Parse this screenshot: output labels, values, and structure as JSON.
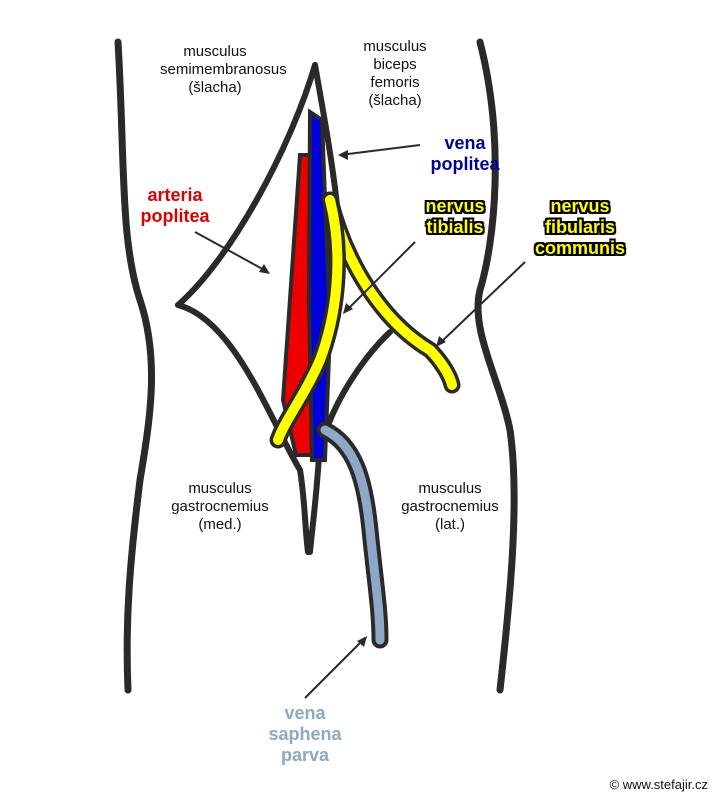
{
  "labels": {
    "semimembranosus": "musculus\nsemimembranosus\n(šlacha)",
    "biceps": "musculus\nbiceps\nfemoris\n(šlacha)",
    "vena_poplitea": "vena\npoplitea",
    "arteria_poplitea": "arteria\npoplitea",
    "nervus_tibialis": "nervus\ntibialis",
    "nervus_fibularis": "nervus\nfibularis\ncommunis",
    "gastro_med": "musculus\ngastrocnemius\n(med.)",
    "gastro_lat": "musculus\ngastrocnemius\n(lat.)",
    "vena_saphena": "vena\nsaphena\nparva"
  },
  "copyright": "© www.stefajir.cz",
  "colors": {
    "outline": "#2a2a2a",
    "artery": "#ee0000",
    "vein": "#0000dd",
    "nerve": "#ffff00",
    "saphena": "#8fa8c8",
    "label_vein": "#000099",
    "label_artery": "#dd0000",
    "label_saphena": "#8fa8c0"
  }
}
